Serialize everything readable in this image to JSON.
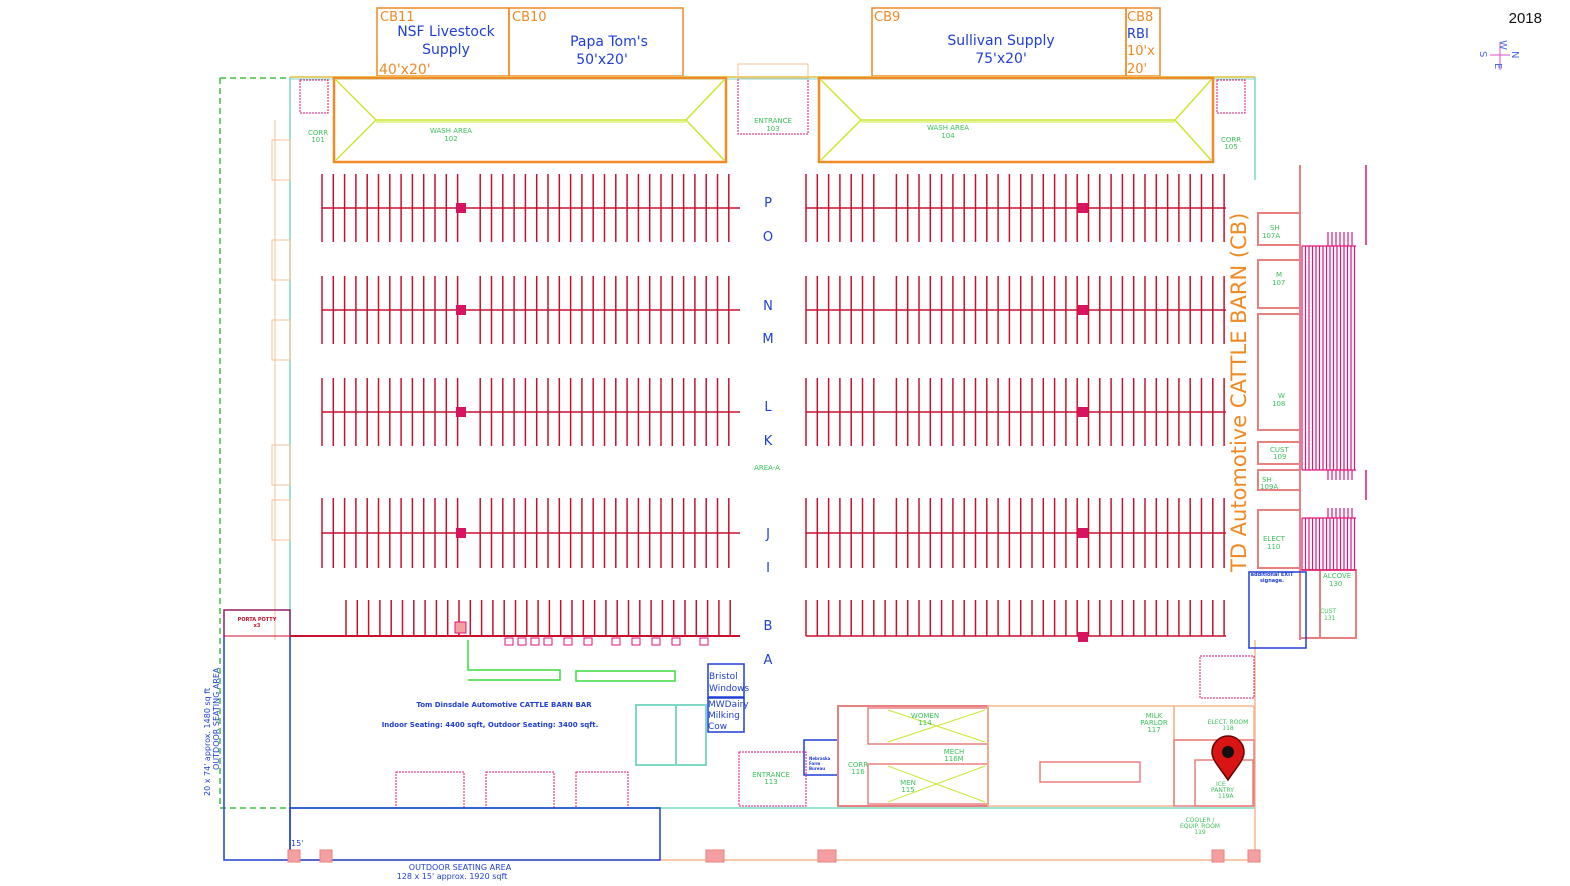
{
  "year": "2018",
  "compass": {
    "n": "N",
    "s": "S",
    "e": "E",
    "w": "W"
  },
  "title": "TD Automotive CATTLE BARN (CB)",
  "booths": [
    {
      "id": "CB11",
      "name_lines": [
        "NSF Livestock",
        "Supply"
      ],
      "size": "40'x20'"
    },
    {
      "id": "CB10",
      "name_lines": [
        "Papa Tom's",
        "50'x20'"
      ],
      "size": ""
    },
    {
      "id": "CB9",
      "name_lines": [
        "Sullivan Supply",
        "75'x20'"
      ],
      "size": ""
    },
    {
      "id": "CB8",
      "name_lines": [
        "RBI"
      ],
      "size_lines": [
        "10'x",
        "20'"
      ]
    }
  ],
  "rooms": {
    "corr101": [
      "CORR",
      "101"
    ],
    "wash102": [
      "WASH AREA",
      "102"
    ],
    "entr103": [
      "ENTRANCE",
      "103"
    ],
    "wash104": [
      "WASH AREA",
      "104"
    ],
    "corr105": [
      "CORR",
      "105"
    ],
    "sh107a": [
      "SH",
      "107A"
    ],
    "m107": [
      "M",
      "107"
    ],
    "w108": [
      "W",
      "108"
    ],
    "cust109": [
      "CUST",
      "109"
    ],
    "sh109a": [
      "SH",
      "109A"
    ],
    "elect110": [
      "ELECT",
      "110"
    ],
    "alcove130": [
      "ALCOVE",
      "130"
    ],
    "cust131": [
      "CUST",
      "131"
    ],
    "entr113": [
      "ENTRANCE",
      "113"
    ],
    "corr116": [
      "CORR",
      "116"
    ],
    "women114": [
      "WOMEN",
      "114"
    ],
    "mech116m": [
      "MECH",
      "116M"
    ],
    "men115": [
      "MEN",
      "115"
    ],
    "milk117": [
      "MILK",
      "PARLOR",
      "117"
    ],
    "elect118": [
      "ELECT. ROOM",
      "118"
    ],
    "ice119a": [
      "ICE",
      "PANTRY",
      "119A"
    ],
    "cooler119": [
      "COOLER /",
      "EQUIP. ROOM",
      "119"
    ]
  },
  "aisle_letters": [
    "P",
    "O",
    "N",
    "M",
    "L",
    "K",
    "J",
    "I",
    "B",
    "A"
  ],
  "area_label": "AREA-A",
  "bar": {
    "title": "Tom Dinsdale Automotive CATTLE BARN BAR",
    "seating": "Indoor Seating:   4400 sqft, Outdoor Seating:   3400 sqft."
  },
  "vendors_small": {
    "bristol": [
      "Bristol",
      "Windows"
    ],
    "mwdairy": [
      "MWDairy",
      "Milking",
      "Cow"
    ],
    "nebraska": [
      "Nebraska",
      "Farm",
      "Bureau"
    ]
  },
  "porta_potty": [
    "PORTA POTTY",
    "x3"
  ],
  "outdoor_west": [
    "20  x 74' approx. 1480 sq ft",
    "OUTDOOR SEATING AREA"
  ],
  "outdoor_south": [
    "OUTDOOR SEATING AREA",
    "128 x 15' approx. 1920 sqft"
  ],
  "dim_15": "15'",
  "exit_note": [
    "additional EXIT",
    "signage."
  ],
  "marker": {
    "label": "location-pin",
    "room": "ICE PANTRY 119A",
    "color": "#d81414"
  },
  "colors": {
    "booth": "#f08a24",
    "stall": "#c8102e",
    "wall": "#e98080",
    "wash": "#c8e830",
    "blue": "#1f3fd6",
    "green": "#3cc35a",
    "teal": "#7fd8c4",
    "magenta": "#e0147a"
  }
}
